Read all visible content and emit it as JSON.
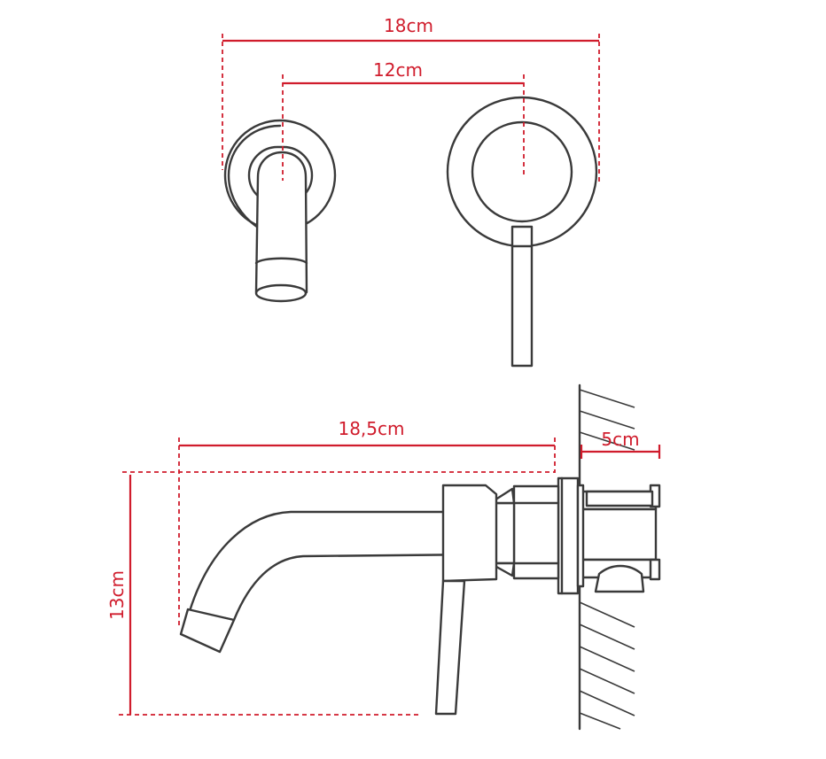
{
  "colors": {
    "outline": "#3a3a3a",
    "dimension": "#d01c2c",
    "background": "#ffffff"
  },
  "dimensions": {
    "overall_width": "18cm",
    "spacing": "12cm",
    "spout_length": "18,5cm",
    "wall_depth": "5cm",
    "height": "13cm"
  }
}
